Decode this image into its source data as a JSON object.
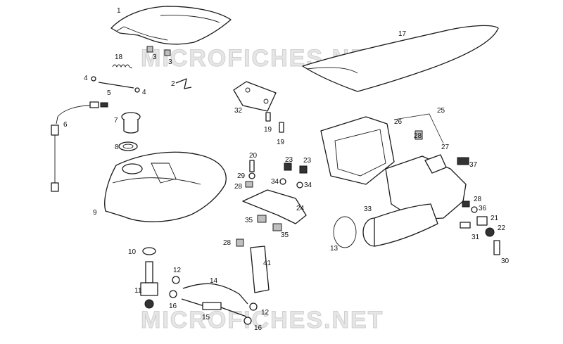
{
  "watermarks": [
    "MICROFICHES.NET",
    "MICROFICHES.NET"
  ],
  "labels": {
    "p1": "1",
    "p2": "2",
    "p3a": "3",
    "p3b": "3",
    "p4a": "4",
    "p4b": "4",
    "p5": "5",
    "p6": "6",
    "p7": "7",
    "p8": "8",
    "p9": "9",
    "p10": "10",
    "p11": "11",
    "p12a": "12",
    "p12b": "12",
    "p13": "13",
    "p14": "14",
    "p15": "15",
    "p16a": "16",
    "p16b": "16",
    "p17": "17",
    "p18": "18",
    "p19a": "19",
    "p19b": "19",
    "p20": "20",
    "p21": "21",
    "p22": "22",
    "p23a": "23",
    "p23b": "23",
    "p24": "24",
    "p25": "25",
    "p26": "26",
    "p27": "27",
    "p28a": "28",
    "p28b": "28",
    "p28c": "28",
    "p28d": "28",
    "p29": "29",
    "p30": "30",
    "p31": "31",
    "p32": "32",
    "p33": "33",
    "p34a": "34",
    "p34b": "34",
    "p35a": "35",
    "p35b": "35",
    "p36": "36",
    "p37": "37",
    "p41": "41"
  }
}
